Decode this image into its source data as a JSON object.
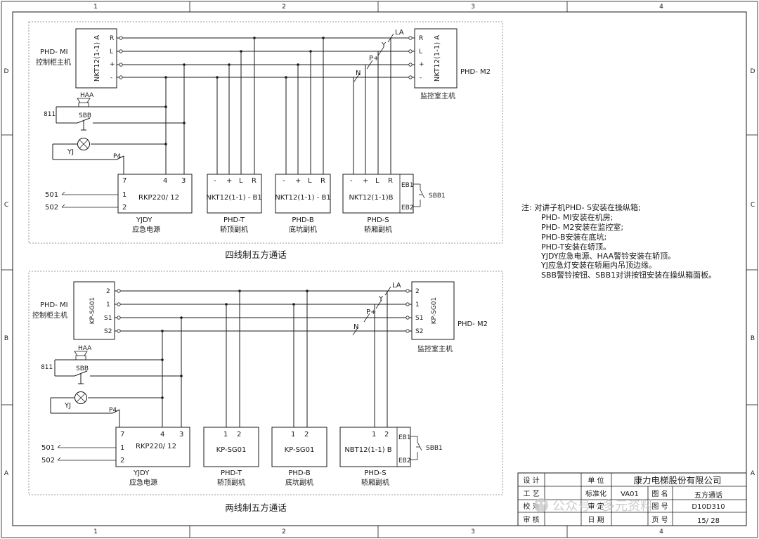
{
  "grid": {
    "columns": [
      "1",
      "2",
      "3",
      "4"
    ],
    "rows": [
      "D",
      "C",
      "B",
      "A"
    ]
  },
  "upper": {
    "caption": "四线制五方通话",
    "master": {
      "id": "PHD- MI",
      "desc": "控制柜主机",
      "model": "NKT12(1-1) A",
      "terms": [
        "R",
        "L",
        "+",
        "-"
      ]
    },
    "monitor": {
      "model": "NKT12(1-1) A",
      "id": "PHD- M2",
      "desc": "监控室主机",
      "terms": [
        "R",
        "L",
        "+",
        "-"
      ]
    },
    "wire_marks": [
      "LA",
      "Y",
      "P+",
      "N"
    ],
    "alarm": {
      "bell": "HAA",
      "terminal": "811",
      "button": "SBB",
      "lamp": "YJ",
      "fuse": "P4"
    },
    "power": {
      "top_terms": [
        "7",
        "4",
        "3"
      ],
      "model": "RKP220/ 12",
      "inputs": [
        "1",
        "2"
      ],
      "wires": [
        "501",
        "502"
      ],
      "id": "YJDY",
      "desc": "应急电源"
    },
    "subs": [
      {
        "terms": [
          "-",
          "+",
          "L",
          "R"
        ],
        "model": "NKT12(1-1) - B1",
        "id": "PHD-T",
        "desc": "轿顶副机"
      },
      {
        "terms": [
          "-",
          "+",
          "L",
          "R"
        ],
        "model": "NKT12(1-1) - B1",
        "id": "PHD-B",
        "desc": "底坑副机"
      },
      {
        "terms": [
          "-",
          "+",
          "L",
          "R"
        ],
        "model": "NKT12(1-1)B",
        "id": "PHD-S",
        "desc": "轿厢副机",
        "eb": [
          "EB1",
          "EB2"
        ],
        "button": "SBB1"
      }
    ]
  },
  "lower": {
    "caption": "两线制五方通话",
    "master": {
      "id": "PHD- MI",
      "desc": "控制柜主机",
      "model": "KP-SG01",
      "terms": [
        "2",
        "1",
        "S1",
        "S2"
      ]
    },
    "monitor": {
      "model": "KP-SG01",
      "id": "PHD- M2",
      "desc": "监控室主机",
      "terms": [
        "2",
        "1",
        "S1",
        "S2"
      ]
    },
    "wire_marks": [
      "LA",
      "Y",
      "P+",
      "N"
    ],
    "alarm": {
      "bell": "HAA",
      "terminal": "811",
      "button": "SBB",
      "lamp": "YJ",
      "fuse": "P4"
    },
    "power": {
      "top_terms": [
        "7",
        "4",
        "3"
      ],
      "model": "RKP220/ 12",
      "inputs": [
        "1",
        "2"
      ],
      "wires": [
        "501",
        "502"
      ],
      "id": "YJDY",
      "desc": "应急电源"
    },
    "subs": [
      {
        "terms": [
          "1",
          "2"
        ],
        "model": "KP-SG01",
        "id": "PHD-T",
        "desc": "轿顶副机"
      },
      {
        "terms": [
          "1",
          "2"
        ],
        "model": "KP-SG01",
        "id": "PHD-B",
        "desc": "底坑副机"
      },
      {
        "terms": [
          "1",
          "2"
        ],
        "model": "NBT12(1-1) B",
        "id": "PHD-S",
        "desc": "轿厢副机",
        "eb": [
          "EB1",
          "EB2"
        ],
        "button": "SBB1"
      }
    ]
  },
  "notes": [
    "注: 对讲子机PHD- S安装在操纵箱;",
    "PHD- MI安装在机房;",
    "PHD- M2安装在监控室;",
    "PHD-B安装在底坑;",
    "PHD-T安装在轿顶。",
    "YJDY应急电源、HAA警铃安装在轿顶。",
    "YJ应急灯安装在轿厢内吊顶边缘。",
    "SBB警铃按钮、SBB1对讲按钮安装在操纵箱面板。"
  ],
  "title_block": {
    "design": "设 计",
    "craft": "工 艺",
    "check": "校 对",
    "review": "审 核",
    "unit": "单 位",
    "company": "康力电梯股份有限公司",
    "standard": "标准化",
    "version": "VA01",
    "drawing_name_label": "图 名",
    "drawing_name": "五方通话",
    "approve": "审 定",
    "drawing_no_label": "图 号",
    "drawing_no": "D10D310",
    "date": "日 期",
    "page_label": "页 号",
    "page": "15/ 28"
  },
  "watermark": "公众号 · 多元资料"
}
